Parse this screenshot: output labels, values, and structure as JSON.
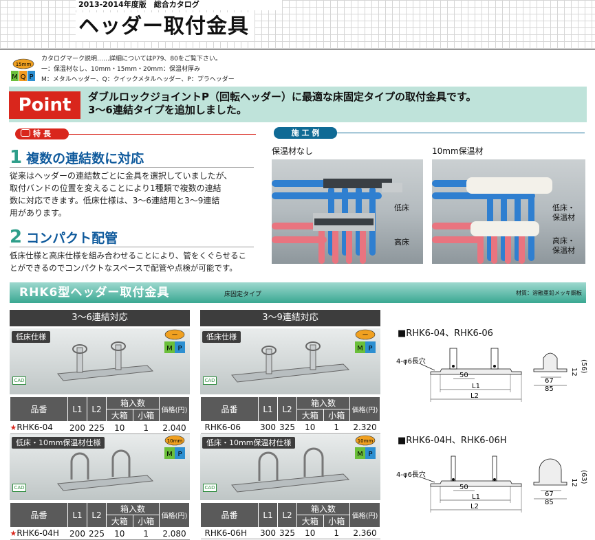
{
  "header": {
    "edition": "2013-2014年度版　総合カタログ",
    "title": "ヘッダー取付金具"
  },
  "legend": {
    "badge": "15mm",
    "marks": [
      "M",
      "Q",
      "P"
    ],
    "lines": [
      "カタログマーク説明……詳細についてはP79、80をご覧下さい。",
      "一：保温材なし、10mm・15mm・20mm：保温材厚み",
      "M：メタルヘッダー、Q：クイックメタルヘッダー、P：プラヘッダー"
    ]
  },
  "point": {
    "label": "Point",
    "line1": "ダブルロックジョイントP（回転ヘッダー）に最適な床固定タイプの取付金具です。",
    "line2": "3～6連結タイプを追加しました。"
  },
  "features": {
    "tag": "特 長",
    "items": [
      {
        "num": "1",
        "title": "複数の連結数に対応",
        "lines": [
          "従来はヘッダーの連結数ごとに金具を選択していましたが、",
          "取付バンドの位置を変えることにより1種類で複数の連結",
          "数に対応できます。低床仕様は、3～6連結用と3～9連結",
          "用があります。"
        ]
      },
      {
        "num": "2",
        "title": "コンパクト配管",
        "lines": [
          "低床仕様と高床仕様を組み合わせることにより、管をくぐらせるこ",
          "とができるのでコンパクトなスペースで配管や点検が可能です。"
        ]
      }
    ]
  },
  "example": {
    "tag": "施 工 例",
    "left_label": "保温材なし",
    "right_label": "10mm保温材",
    "left_callouts": [
      "低床",
      "高床"
    ],
    "right_callouts": [
      "低床・\n保温材",
      "高床・\n保温材"
    ]
  },
  "section": {
    "title": "RHK6型ヘッダー取付金具",
    "subtitle": "床固定タイプ",
    "material": "材質：溶融亜鉛メッキ鋼板"
  },
  "columns": [
    {
      "head": "3～6連結対応",
      "blocks": [
        {
          "badge": "低床仕様",
          "mark": "一",
          "row": {
            "code": "RHK6-04",
            "l1": "200",
            "l2": "225",
            "big": "10",
            "small": "1",
            "price": "2.040"
          },
          "star": "★"
        },
        {
          "badge": "低床・10mm保温材仕様",
          "mark": "10mm",
          "row": {
            "code": "RHK6-04H",
            "l1": "200",
            "l2": "225",
            "big": "10",
            "small": "1",
            "price": "2.080"
          },
          "star": "★"
        }
      ]
    },
    {
      "head": "3～9連結対応",
      "blocks": [
        {
          "badge": "低床仕様",
          "mark": "一",
          "row": {
            "code": "RHK6-06",
            "l1": "300",
            "l2": "325",
            "big": "10",
            "small": "1",
            "price": "2.320"
          },
          "star": ""
        },
        {
          "badge": "低床・10mm保温材仕様",
          "mark": "10mm",
          "row": {
            "code": "RHK6-06H",
            "l1": "300",
            "l2": "325",
            "big": "10",
            "small": "1",
            "price": "2.360"
          },
          "star": ""
        }
      ]
    }
  ],
  "table_head": {
    "code": "品番",
    "l1": "L1",
    "l2": "L2",
    "box": "箱入数",
    "big": "大箱",
    "small": "小箱",
    "price": "価格(円)"
  },
  "mark_labels": {
    "m": "M",
    "p": "P",
    "cad": "CAD"
  },
  "drawings": [
    {
      "title": "■RHK6-04、RHK6-06",
      "hole": "4-φ6長穴",
      "d50": "50",
      "l1": "L1",
      "l2": "L2",
      "h1": "12",
      "h2": "(56)",
      "w1": "67",
      "w2": "85"
    },
    {
      "title": "■RHK6-04H、RHK6-06H",
      "hole": "4-φ6長穴",
      "d50": "50",
      "l1": "L1",
      "l2": "L2",
      "h1": "12",
      "h2": "(63)",
      "w1": "67",
      "w2": "85"
    }
  ],
  "colors": {
    "accent_red": "#d9261c",
    "teal": "#3aa892",
    "blue": "#0f5a9c",
    "pipe_blue": "#2f7fd0",
    "pipe_red": "#e9747f"
  }
}
